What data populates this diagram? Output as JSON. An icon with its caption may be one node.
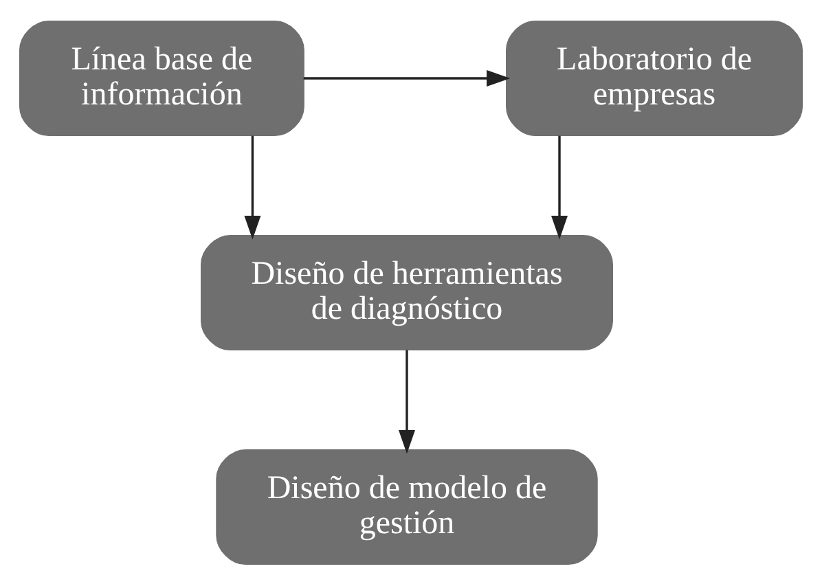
{
  "diagram": {
    "nodes": [
      {
        "text": [
          "Línea base de información"
        ]
      },
      {
        "text": [
          "Laboratorio de empresas"
        ]
      },
      {
        "text": [
          "Diseño de herramientas de diagnóstico"
        ]
      },
      {
        "text": [
          "Diseño de modelo de gestión"
        ]
      }
    ],
    "edges": [
      {
        "from": 0,
        "to": 1,
        "arrow": "to"
      },
      {
        "from": 0,
        "to": 2,
        "arrow": "to"
      },
      {
        "from": 1,
        "to": 2,
        "arrow": "to"
      },
      {
        "from": 2,
        "to": 3,
        "arrow": "to"
      }
    ]
  }
}
